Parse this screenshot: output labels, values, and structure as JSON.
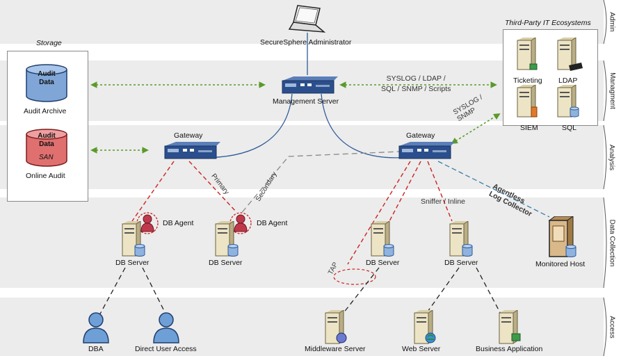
{
  "lanes": [
    "Admin",
    "Managment",
    "Analysis",
    "Data Collection",
    "Access"
  ],
  "admin": {
    "label": "SecureSphere Administrator"
  },
  "management": {
    "label": "Management Server"
  },
  "storage": {
    "title": "Storage",
    "archive_db": "Audit\nData",
    "archive_label": "Audit Archive",
    "online_db": "Audit\nData",
    "online_db_sub": "SAN",
    "online_label": "Online Audit"
  },
  "third_party": {
    "title": "Third-Party IT Ecosystems",
    "items": [
      "Ticketing",
      "LDAP",
      "SIEM",
      "SQL"
    ]
  },
  "links": {
    "mgmt_to_thirdparty": "SYSLOG / LDAP /\nSQL / SNMP / Scripts",
    "gw_to_thirdparty": "SYSLOG /\nSNMP",
    "primary": "Primary",
    "secondary": "Secondary",
    "sniffer_inline": "Sniffer / Inline",
    "agentless": "Agentless\nLog Collector",
    "tap": "TAP"
  },
  "gateways": [
    "Gateway",
    "Gateway"
  ],
  "agents": [
    "DB Agent",
    "DB Agent"
  ],
  "db_servers": [
    "DB Server",
    "DB Server",
    "DB Server",
    "DB Server"
  ],
  "monitored_host": "Monitored Host",
  "access": [
    "DBA",
    "Direct User Access",
    "Middleware Server",
    "Web Server",
    "Business Application"
  ],
  "colors": {
    "band": "#ececec",
    "red_dash": "#cc2222",
    "green_dash": "#5a9a2a",
    "blue_line": "#2e5b9a",
    "teal_dash": "#3b7ea6"
  }
}
